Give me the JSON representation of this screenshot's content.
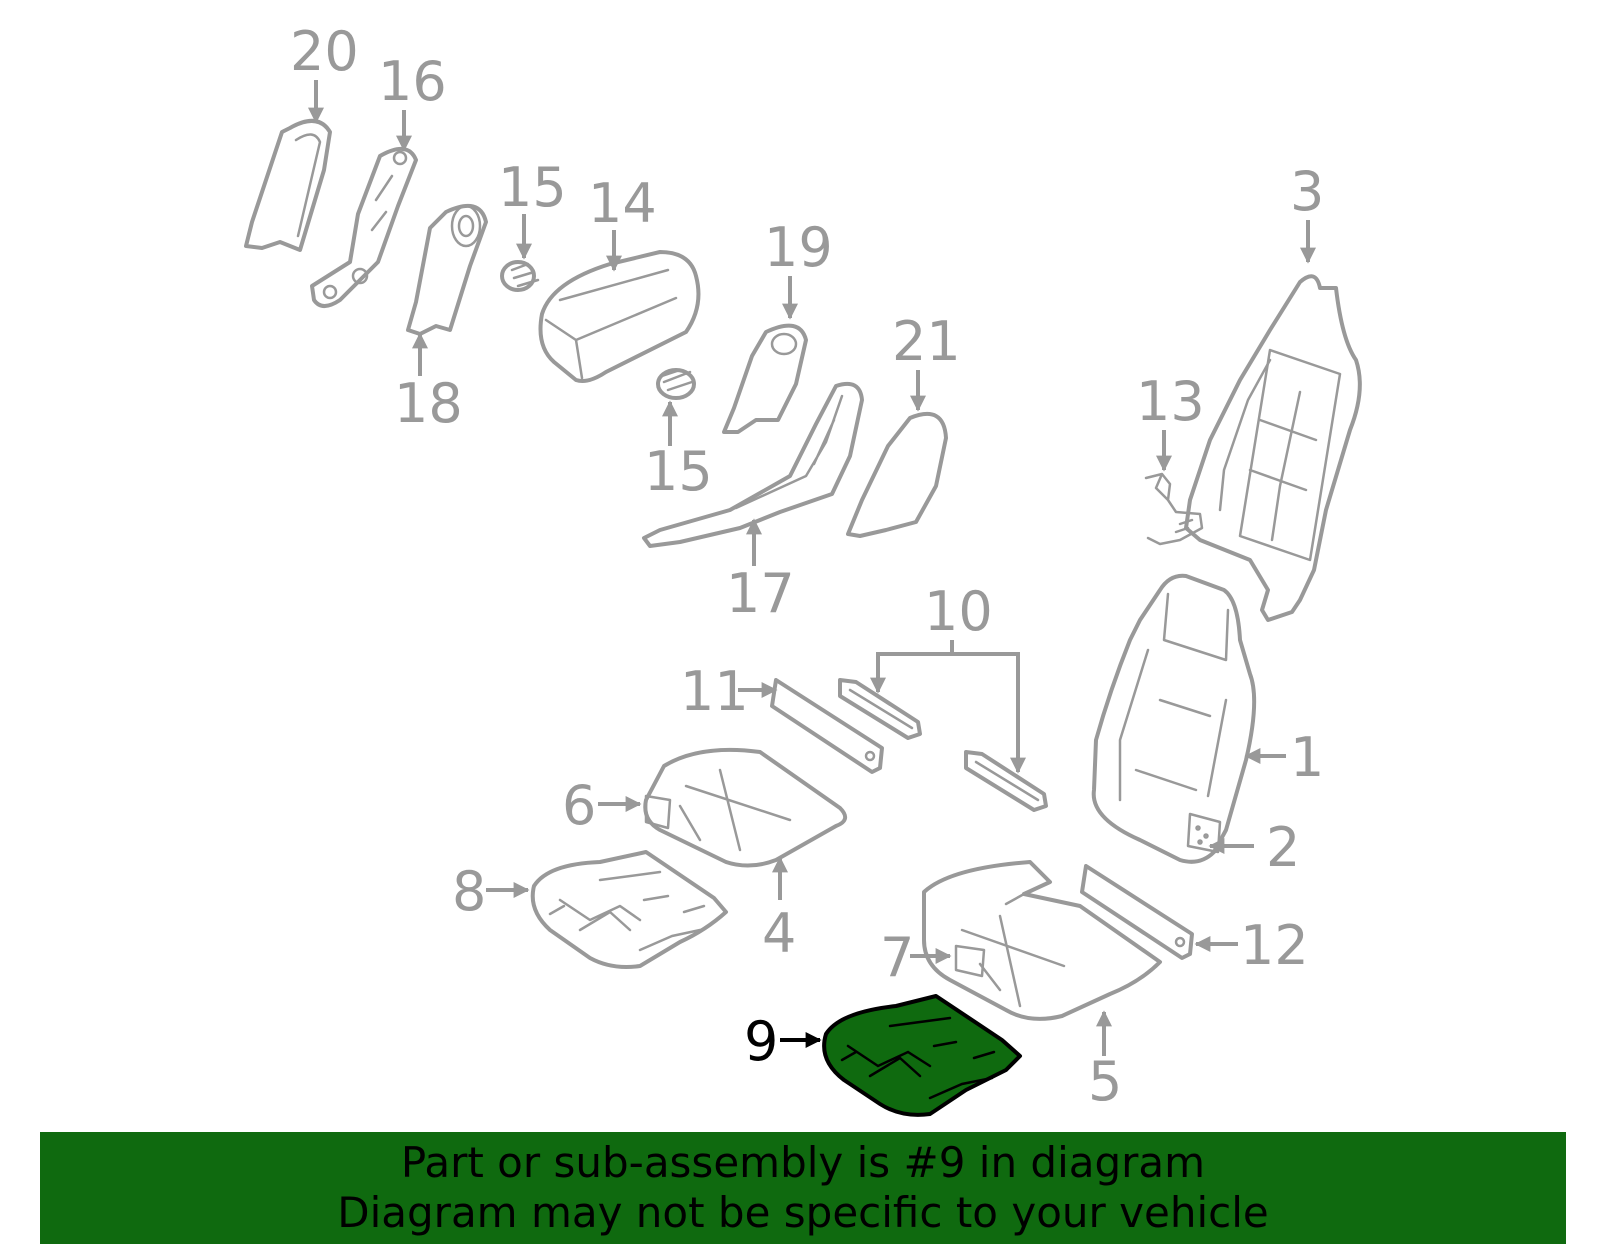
{
  "diagram": {
    "highlighted_part": "9",
    "callouts": [
      "20",
      "16",
      "15",
      "14",
      "19",
      "3",
      "18",
      "15",
      "21",
      "13",
      "17",
      "10",
      "11",
      "1",
      "6",
      "2",
      "8",
      "4",
      "7",
      "12",
      "9",
      "5"
    ]
  },
  "banner": {
    "line1": "Part or sub-assembly is #9 in diagram",
    "line2": "Diagram may not be specific to your vehicle"
  },
  "colors": {
    "line_art": "#999999",
    "highlight_fill": "#0f6a0f",
    "banner_bg": "#0f6a0f",
    "text": "#000000"
  }
}
